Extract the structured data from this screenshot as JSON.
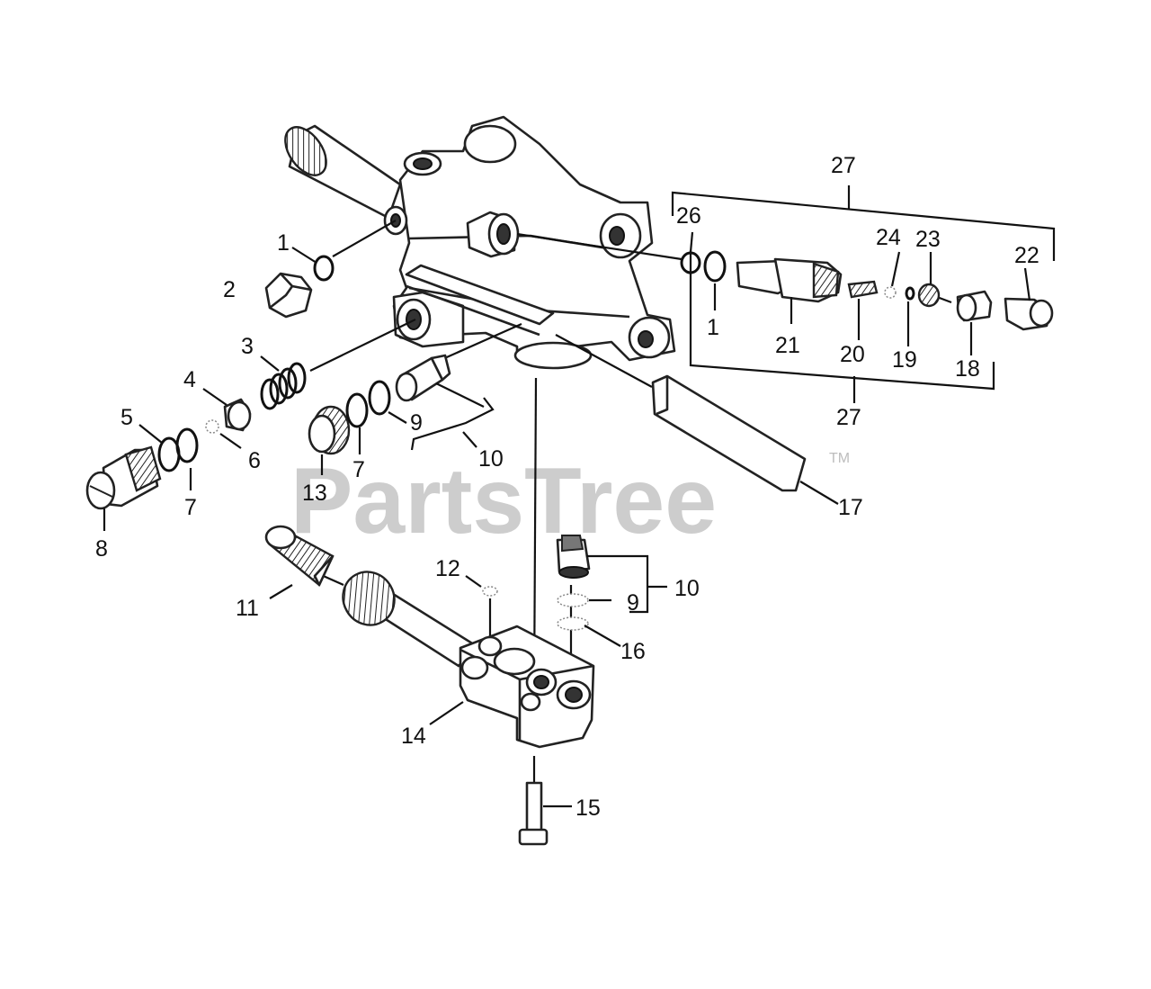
{
  "watermark": {
    "text": "PartsTree",
    "tm": "TM"
  },
  "callouts": [
    {
      "id": "1a",
      "text": "1"
    },
    {
      "id": "1b",
      "text": "1"
    },
    {
      "id": "2",
      "text": "2"
    },
    {
      "id": "3",
      "text": "3"
    },
    {
      "id": "4",
      "text": "4"
    },
    {
      "id": "5",
      "text": "5"
    },
    {
      "id": "6",
      "text": "6"
    },
    {
      "id": "7a",
      "text": "7"
    },
    {
      "id": "7b",
      "text": "7"
    },
    {
      "id": "8",
      "text": "8"
    },
    {
      "id": "9a",
      "text": "9"
    },
    {
      "id": "9b",
      "text": "9"
    },
    {
      "id": "10a",
      "text": "10"
    },
    {
      "id": "10b",
      "text": "10"
    },
    {
      "id": "11",
      "text": "11"
    },
    {
      "id": "12",
      "text": "12"
    },
    {
      "id": "13",
      "text": "13"
    },
    {
      "id": "14",
      "text": "14"
    },
    {
      "id": "15",
      "text": "15"
    },
    {
      "id": "16",
      "text": "16"
    },
    {
      "id": "17",
      "text": "17"
    },
    {
      "id": "18",
      "text": "18"
    },
    {
      "id": "19",
      "text": "19"
    },
    {
      "id": "20",
      "text": "20"
    },
    {
      "id": "21",
      "text": "21"
    },
    {
      "id": "22",
      "text": "22"
    },
    {
      "id": "23",
      "text": "23"
    },
    {
      "id": "24",
      "text": "24"
    },
    {
      "id": "26",
      "text": "26"
    },
    {
      "id": "27a",
      "text": "27"
    },
    {
      "id": "27b",
      "text": "27"
    }
  ]
}
